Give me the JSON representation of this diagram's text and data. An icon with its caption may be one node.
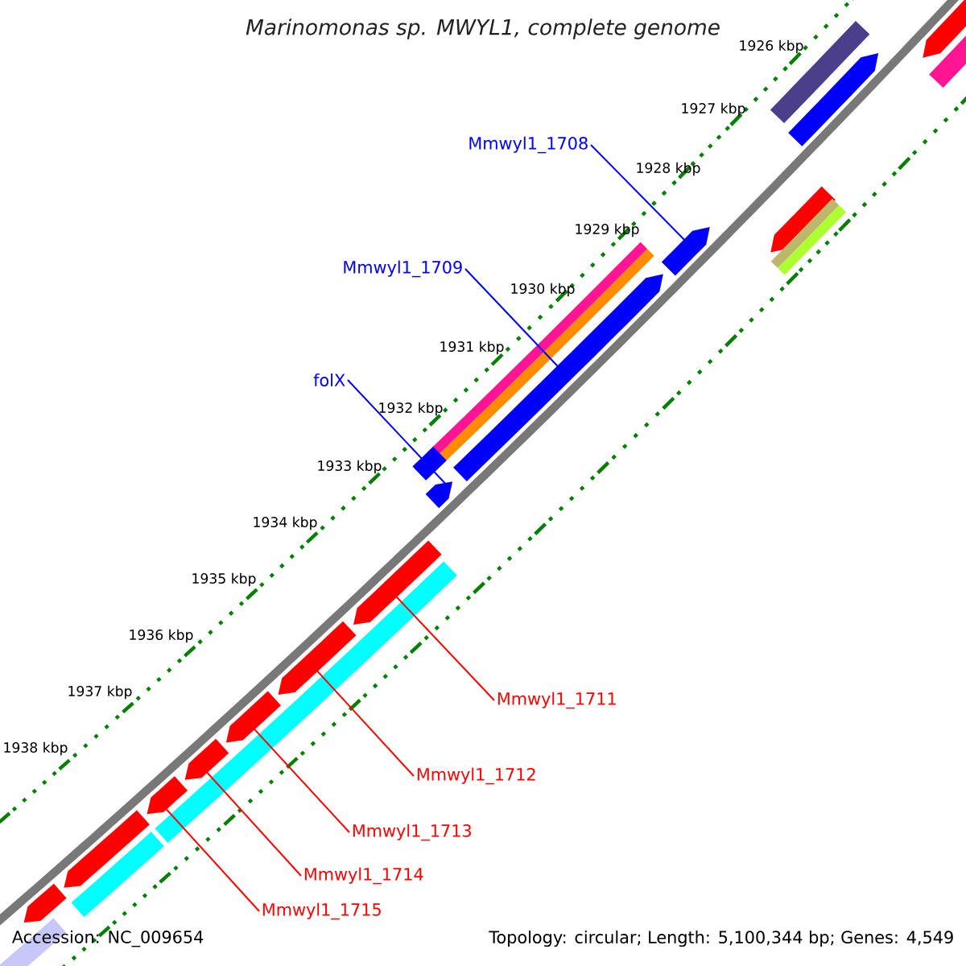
{
  "diagram": {
    "title": "Marinomonas sp. MWYL1, complete genome",
    "nodes": [
      {
        "text": [
          "Mmwyl1_1708"
        ]
      },
      {
        "text": [
          "Mmwyl1_1709"
        ]
      },
      {
        "text": [
          "folX"
        ]
      },
      {
        "text": [
          "Mmwyl1_1711"
        ]
      },
      {
        "text": [
          "Mmwyl1_1712"
        ]
      },
      {
        "text": [
          "Mmwyl1_1713"
        ]
      },
      {
        "text": [
          "Mmwyl1_1714"
        ]
      },
      {
        "text": [
          "Mmwyl1_1715"
        ]
      },
      {
        "text": [],
        "shape": "arrow"
      },
      {
        "text": [],
        "shape": "bar"
      },
      {
        "text": [],
        "shape": "bar"
      },
      {
        "text": [],
        "shape": "arrow"
      },
      {
        "text": [],
        "shape": "arrow"
      },
      {
        "text": [],
        "shape": "bar"
      },
      {
        "text": [],
        "shape": "bar"
      },
      {
        "text": [],
        "shape": "arrow"
      },
      {
        "text": [],
        "shape": "bar"
      },
      {
        "text": [],
        "shape": "bar"
      },
      {
        "text": [],
        "shape": "arrow"
      },
      {
        "text": [],
        "shape": "bar"
      },
      {
        "text": [],
        "shape": "arrow"
      },
      {
        "text": [],
        "shape": "arrow"
      },
      {
        "text": [],
        "shape": "arrow"
      },
      {
        "text": [],
        "shape": "bar"
      },
      {
        "text": [],
        "shape": "arrow"
      },
      {
        "text": [],
        "shape": "arrow"
      },
      {
        "text": [],
        "shape": "arrow"
      },
      {
        "text": [],
        "shape": "arrow"
      },
      {
        "text": [],
        "shape": "bar"
      },
      {
        "text": [],
        "shape": "arrow"
      },
      {
        "text": [],
        "shape": "bar"
      }
    ],
    "edges": [
      {
        "from": 0,
        "to": 15,
        "arrow": "none",
        "color": "#0000ff"
      },
      {
        "from": 1,
        "to": 18,
        "arrow": "none",
        "color": "#0000ff"
      },
      {
        "from": 2,
        "to": 20,
        "arrow": "none",
        "color": "#0000ff"
      },
      {
        "from": 3,
        "to": 21,
        "arrow": "none"
      },
      {
        "from": 4,
        "to": 22,
        "arrow": "none"
      },
      {
        "from": 5,
        "to": 24,
        "arrow": "none"
      },
      {
        "from": 6,
        "to": 25,
        "arrow": "none"
      },
      {
        "from": 7,
        "to": 26,
        "arrow": "none"
      }
    ],
    "labels": [
      "1926 kbp",
      "1927 kbp",
      "1928 kbp",
      "1929 kbp",
      "1930 kbp",
      "1931 kbp",
      "1932 kbp",
      "1933 kbp",
      "1934 kbp",
      "1935 kbp",
      "1936 kbp",
      "1937 kbp",
      "1938 kbp",
      "Accession: NC_009654",
      "Topology: circular; Length: 5,100,344 bp; Genes: 4,549"
    ]
  }
}
